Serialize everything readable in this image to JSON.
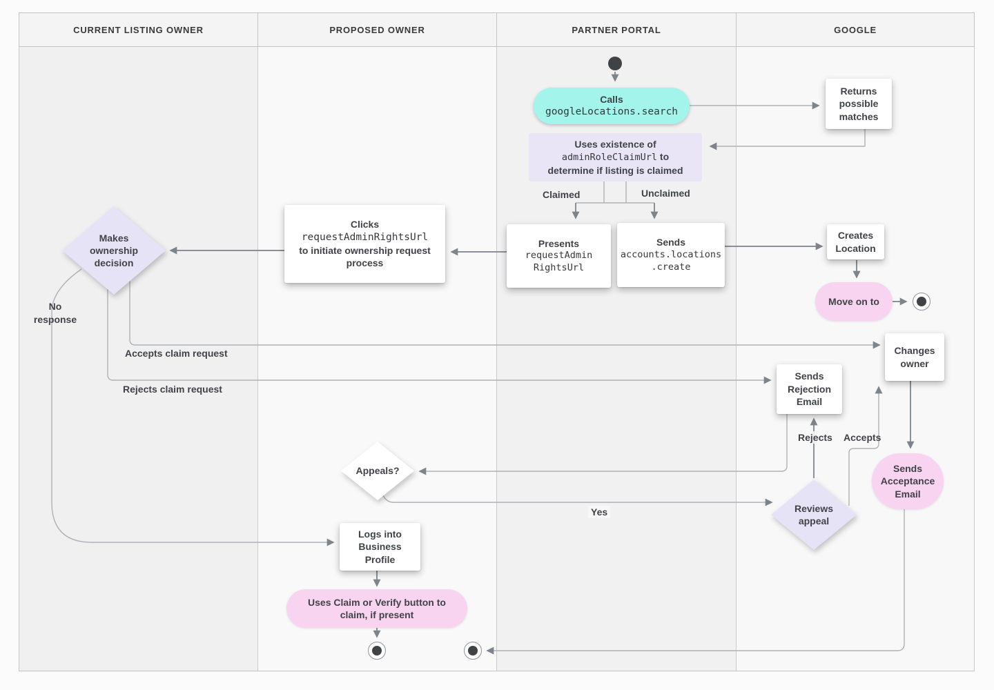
{
  "lanes": [
    {
      "label": "CURRENT LISTING OWNER"
    },
    {
      "label": "PROPOSED OWNER"
    },
    {
      "label": "PARTNER PORTAL"
    },
    {
      "label": "GOOGLE"
    }
  ],
  "nodes": {
    "calls": {
      "title": "Calls",
      "code": "googleLocations.search"
    },
    "returns": {
      "label": "Returns possible matches"
    },
    "uses_existence": {
      "line1": "Uses existence of",
      "code": "adminRoleClaimUrl",
      "line2_suffix": " to",
      "line3": "determine if listing is claimed"
    },
    "presents": {
      "title": "Presents",
      "code_line1": "requestAdmin",
      "code_line2": "RightsUrl"
    },
    "sends_create": {
      "title": "Sends",
      "code_line1": "accounts.locations",
      "code_line2": ".create"
    },
    "creates_location": {
      "label": "Creates Location"
    },
    "move_on": {
      "label": "Move on to"
    },
    "clicks": {
      "title": "Clicks",
      "code": "requestAdminRightsUrl",
      "rest": "to initiate ownership request process"
    },
    "decision": {
      "label": "Makes ownership decision"
    },
    "sends_rejection": {
      "label": "Sends Rejection Email"
    },
    "changes_owner": {
      "label": "Changes owner"
    },
    "sends_acceptance": {
      "label": "Sends Acceptance Email"
    },
    "reviews_appeal": {
      "label": "Reviews appeal"
    },
    "appeals": {
      "label": "Appeals?"
    },
    "logs_in": {
      "label": "Logs into Business Profile"
    },
    "claim_verify": {
      "label": "Uses Claim or Verify button to claim, if present"
    }
  },
  "edge_labels": {
    "claimed": "Claimed",
    "unclaimed": "Unclaimed",
    "no_response": "No response",
    "accepts_claim": "Accepts claim request",
    "rejects_claim": "Rejects claim request",
    "rejects": "Rejects",
    "accepts": "Accepts",
    "yes": "Yes"
  },
  "colors": {
    "teal": "#a3f4ea",
    "lavender": "#e9e5f7",
    "pink": "#f9d4f1",
    "line": "#aeb2b7",
    "arrow": "#7e848b",
    "terminal": "#3f4347"
  }
}
